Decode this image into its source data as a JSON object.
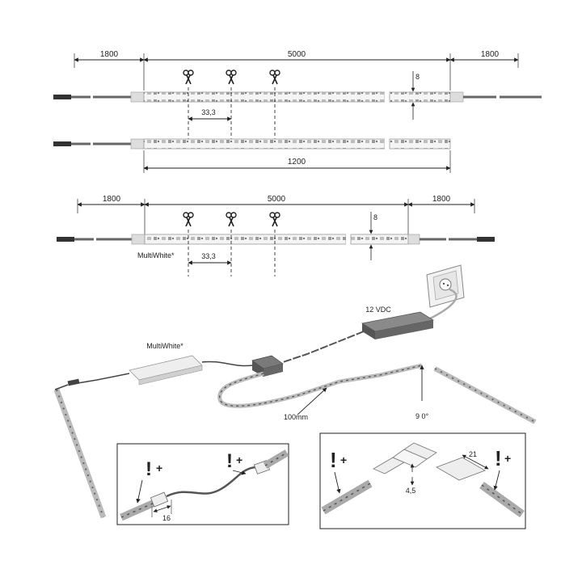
{
  "dimensions": {
    "row1": {
      "lead_left": "1800",
      "strip_length": "5000",
      "lead_right": "1800",
      "height": "8",
      "pitch": "33,3"
    },
    "row2": {
      "length": "1200"
    },
    "row3": {
      "lead_left": "1800",
      "strip_length": "5000",
      "lead_right": "1800",
      "height": "8",
      "pitch": "33,3"
    }
  },
  "labels": {
    "strip_name": "MultiWhite*",
    "controller_name": "MultiWhite*",
    "supply_voltage": "12 VDC",
    "cable_length": "100mm",
    "corner_angle": "9 0°"
  },
  "details": {
    "left_box": {
      "warning": "!",
      "plus_a": "+",
      "plus_b": "+",
      "width": "16"
    },
    "right_box": {
      "warning": "!",
      "plus_a": "+",
      "plus_b": "+",
      "gap": "4,5",
      "width": "21"
    }
  },
  "icons": [
    "scissors-icon",
    "warning-icon",
    "power-adapter-icon",
    "junction-box-icon",
    "wall-socket-icon",
    "remote-controller-icon"
  ]
}
